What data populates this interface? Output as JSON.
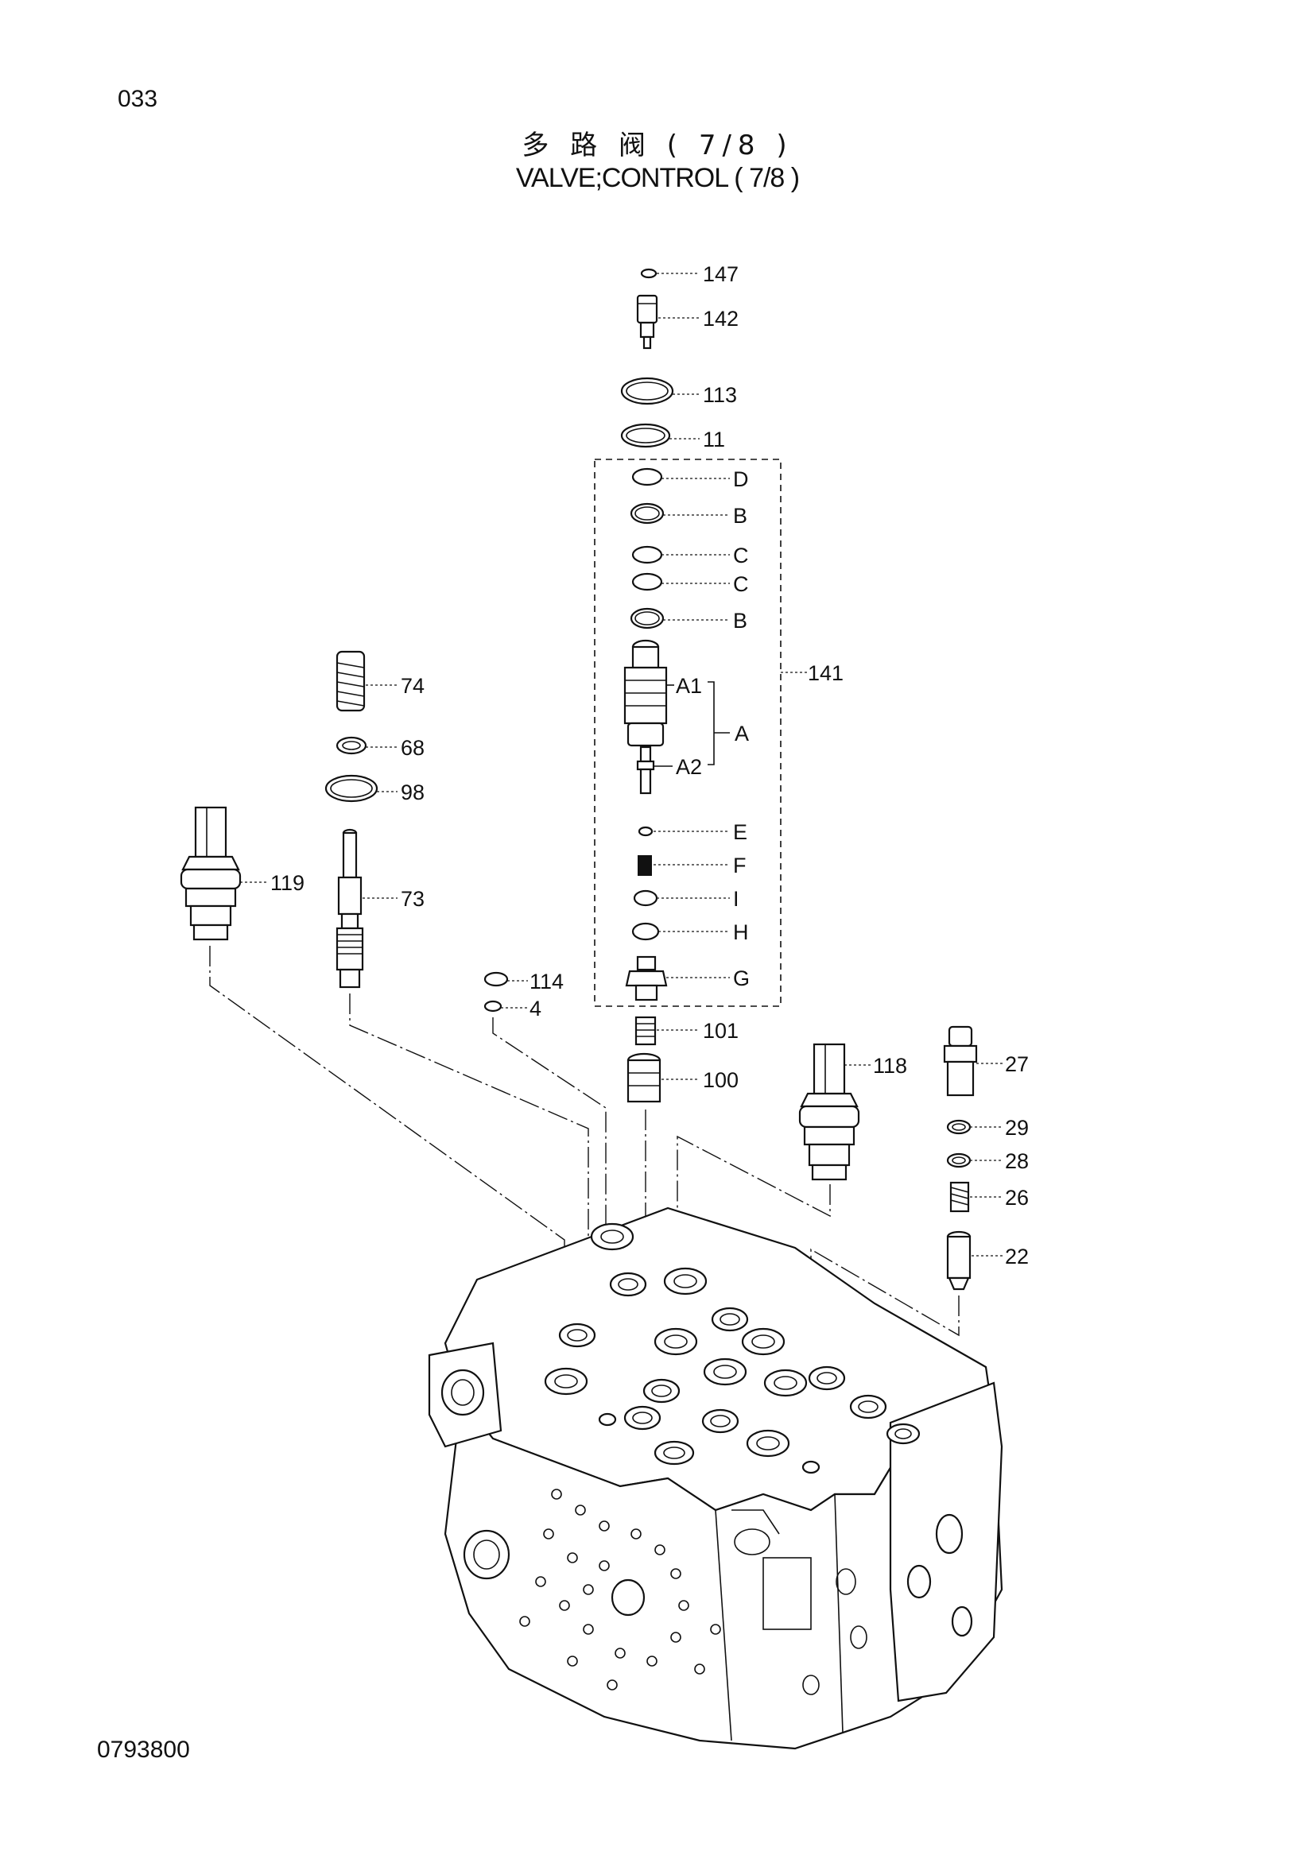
{
  "header": {
    "page_code": "033",
    "title_cn": "多 路 阀 ( 7/8 )",
    "title_en": "VALVE;CONTROL ( 7/8 )"
  },
  "footer": {
    "drawing_number": "0793800"
  },
  "callouts": {
    "p147": "147",
    "p142": "142",
    "p113": "113",
    "p11": "11",
    "D": "D",
    "B1": "B",
    "C1": "C",
    "C2": "C",
    "B2": "B",
    "A1": "A1",
    "A": "A",
    "A2": "A2",
    "p141": "141",
    "E": "E",
    "F": "F",
    "I": "I",
    "H": "H",
    "G": "G",
    "p101": "101",
    "p100": "100",
    "p74": "74",
    "p68": "68",
    "p98": "98",
    "p119": "119",
    "p73": "73",
    "p114": "114",
    "p4": "4",
    "p118": "118",
    "p27": "27",
    "p29": "29",
    "p28": "28",
    "p26": "26",
    "p22": "22"
  }
}
